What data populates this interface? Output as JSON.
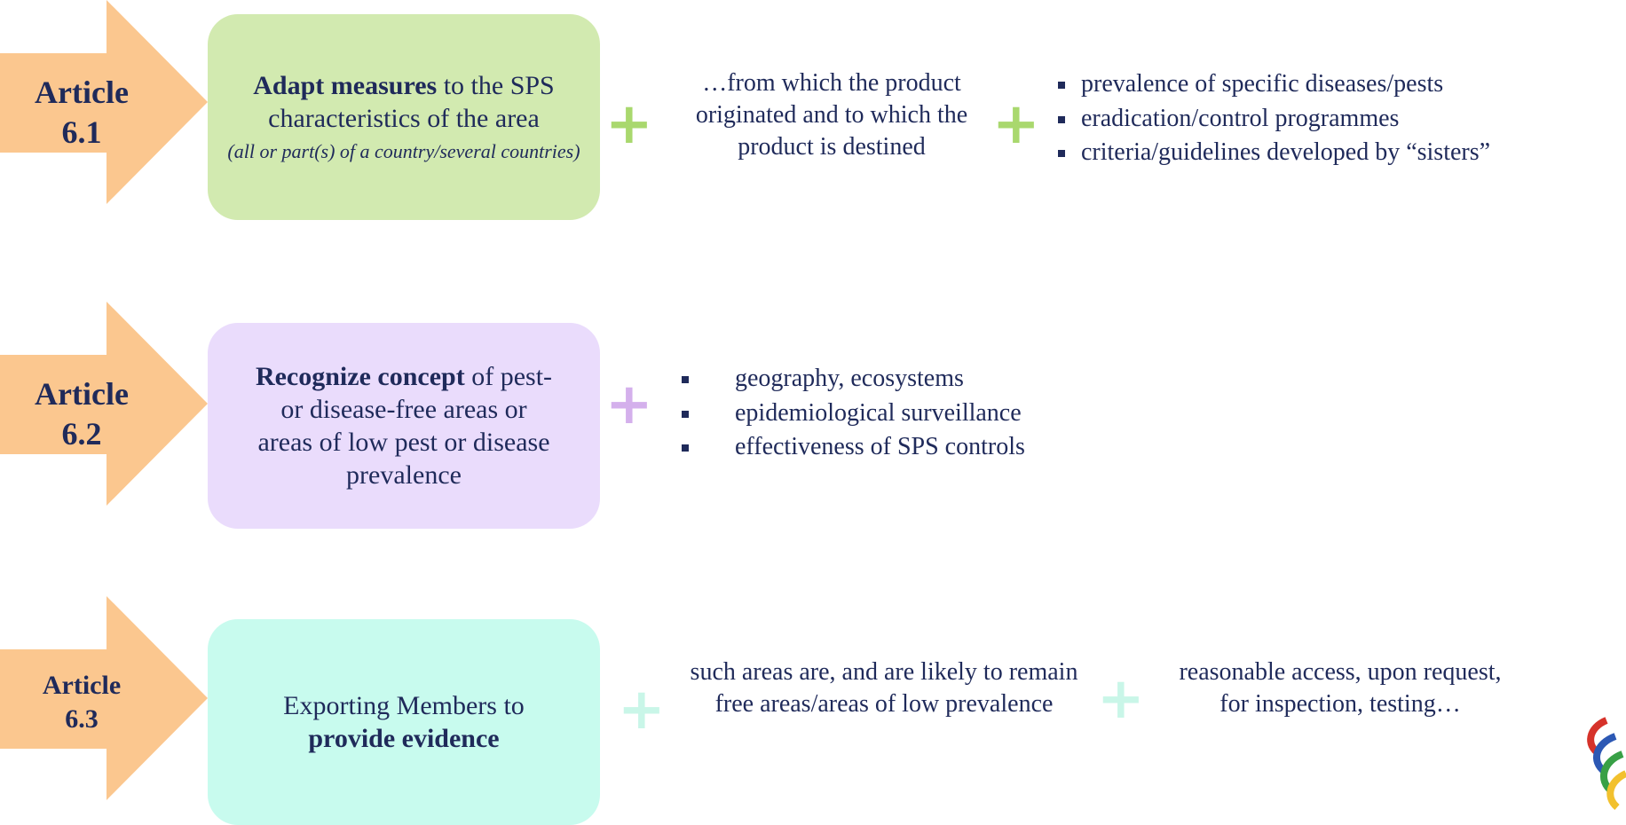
{
  "colors": {
    "arrow": "#fbc78f",
    "box_green": "#d2eab0",
    "box_purple": "#eadcfc",
    "box_mint": "#c8fbee",
    "plus_green": "#a9d86e",
    "plus_purple": "#d4b0ec",
    "plus_mint": "#c9f6e8",
    "text": "#1f2a5a"
  },
  "rows": [
    {
      "article": {
        "line1": "Article",
        "line2": "6.1"
      },
      "box": {
        "bold": "Adapt measures",
        "rest": " to the SPS characteristics of the area",
        "italic": "(all or part(s) of a country/several countries)"
      },
      "middle_text": "…from which the product originated and to which the product is destined",
      "bullets": [
        "prevalence of specific diseases/pests",
        "eradication/control programmes",
        "criteria/guidelines developed by “sisters”"
      ]
    },
    {
      "article": {
        "line1": "Article",
        "line2": "6.2"
      },
      "box": {
        "bold": "Recognize concept",
        "rest": " of pest- or disease-free areas or areas of low pest or disease prevalence"
      },
      "bullets": [
        "geography, ecosystems",
        "epidemiological surveillance",
        "effectiveness of SPS controls"
      ]
    },
    {
      "article": {
        "line1": "Article",
        "line2": "6.3"
      },
      "box": {
        "plain": "Exporting Members to",
        "bold": "provide evidence"
      },
      "middle_text": "such areas are, and are likely to remain free areas/areas of low prevalence",
      "right_text": "reasonable access, upon request, for inspection, testing…"
    }
  ],
  "logo": {
    "name": "wto-logo-icon"
  }
}
